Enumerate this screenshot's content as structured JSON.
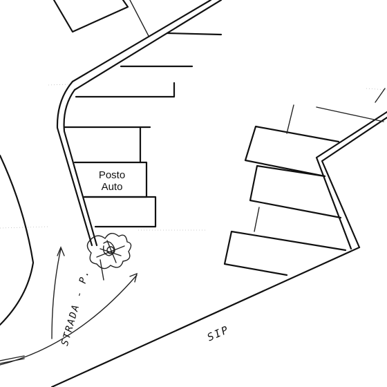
{
  "labels": {
    "posto_auto_line1": "Posto",
    "posto_auto_line2": "Auto",
    "strada": "STRADA - P.",
    "sip": "SIP"
  },
  "colors": {
    "ink": "#111111",
    "paper": "#ffffff"
  },
  "icons": {
    "tree": "tree-icon",
    "arrow": "direction-arrow-icon"
  }
}
